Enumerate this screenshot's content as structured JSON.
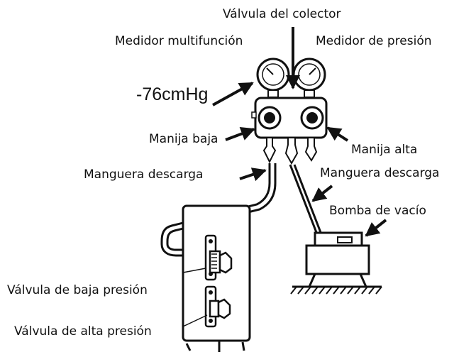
{
  "labels": {
    "manifold_valve": "Válvula del colector",
    "multifunction_gauge": "Medidor multifunción",
    "pressure_gauge": "Medidor de presión",
    "gauge_reading": "-76cmHg",
    "low_handle": "Manija baja",
    "high_handle": "Manija alta",
    "discharge_hose_left": "Manguera descarga",
    "discharge_hose_right": "Manguera descarga",
    "vacuum_pump": "Bomba de vacío",
    "low_pressure_valve": "Válvula de baja presión",
    "high_pressure_valve": "Válvula de alta presión"
  },
  "colors": {
    "ink": "#111111",
    "background": "#ffffff"
  }
}
